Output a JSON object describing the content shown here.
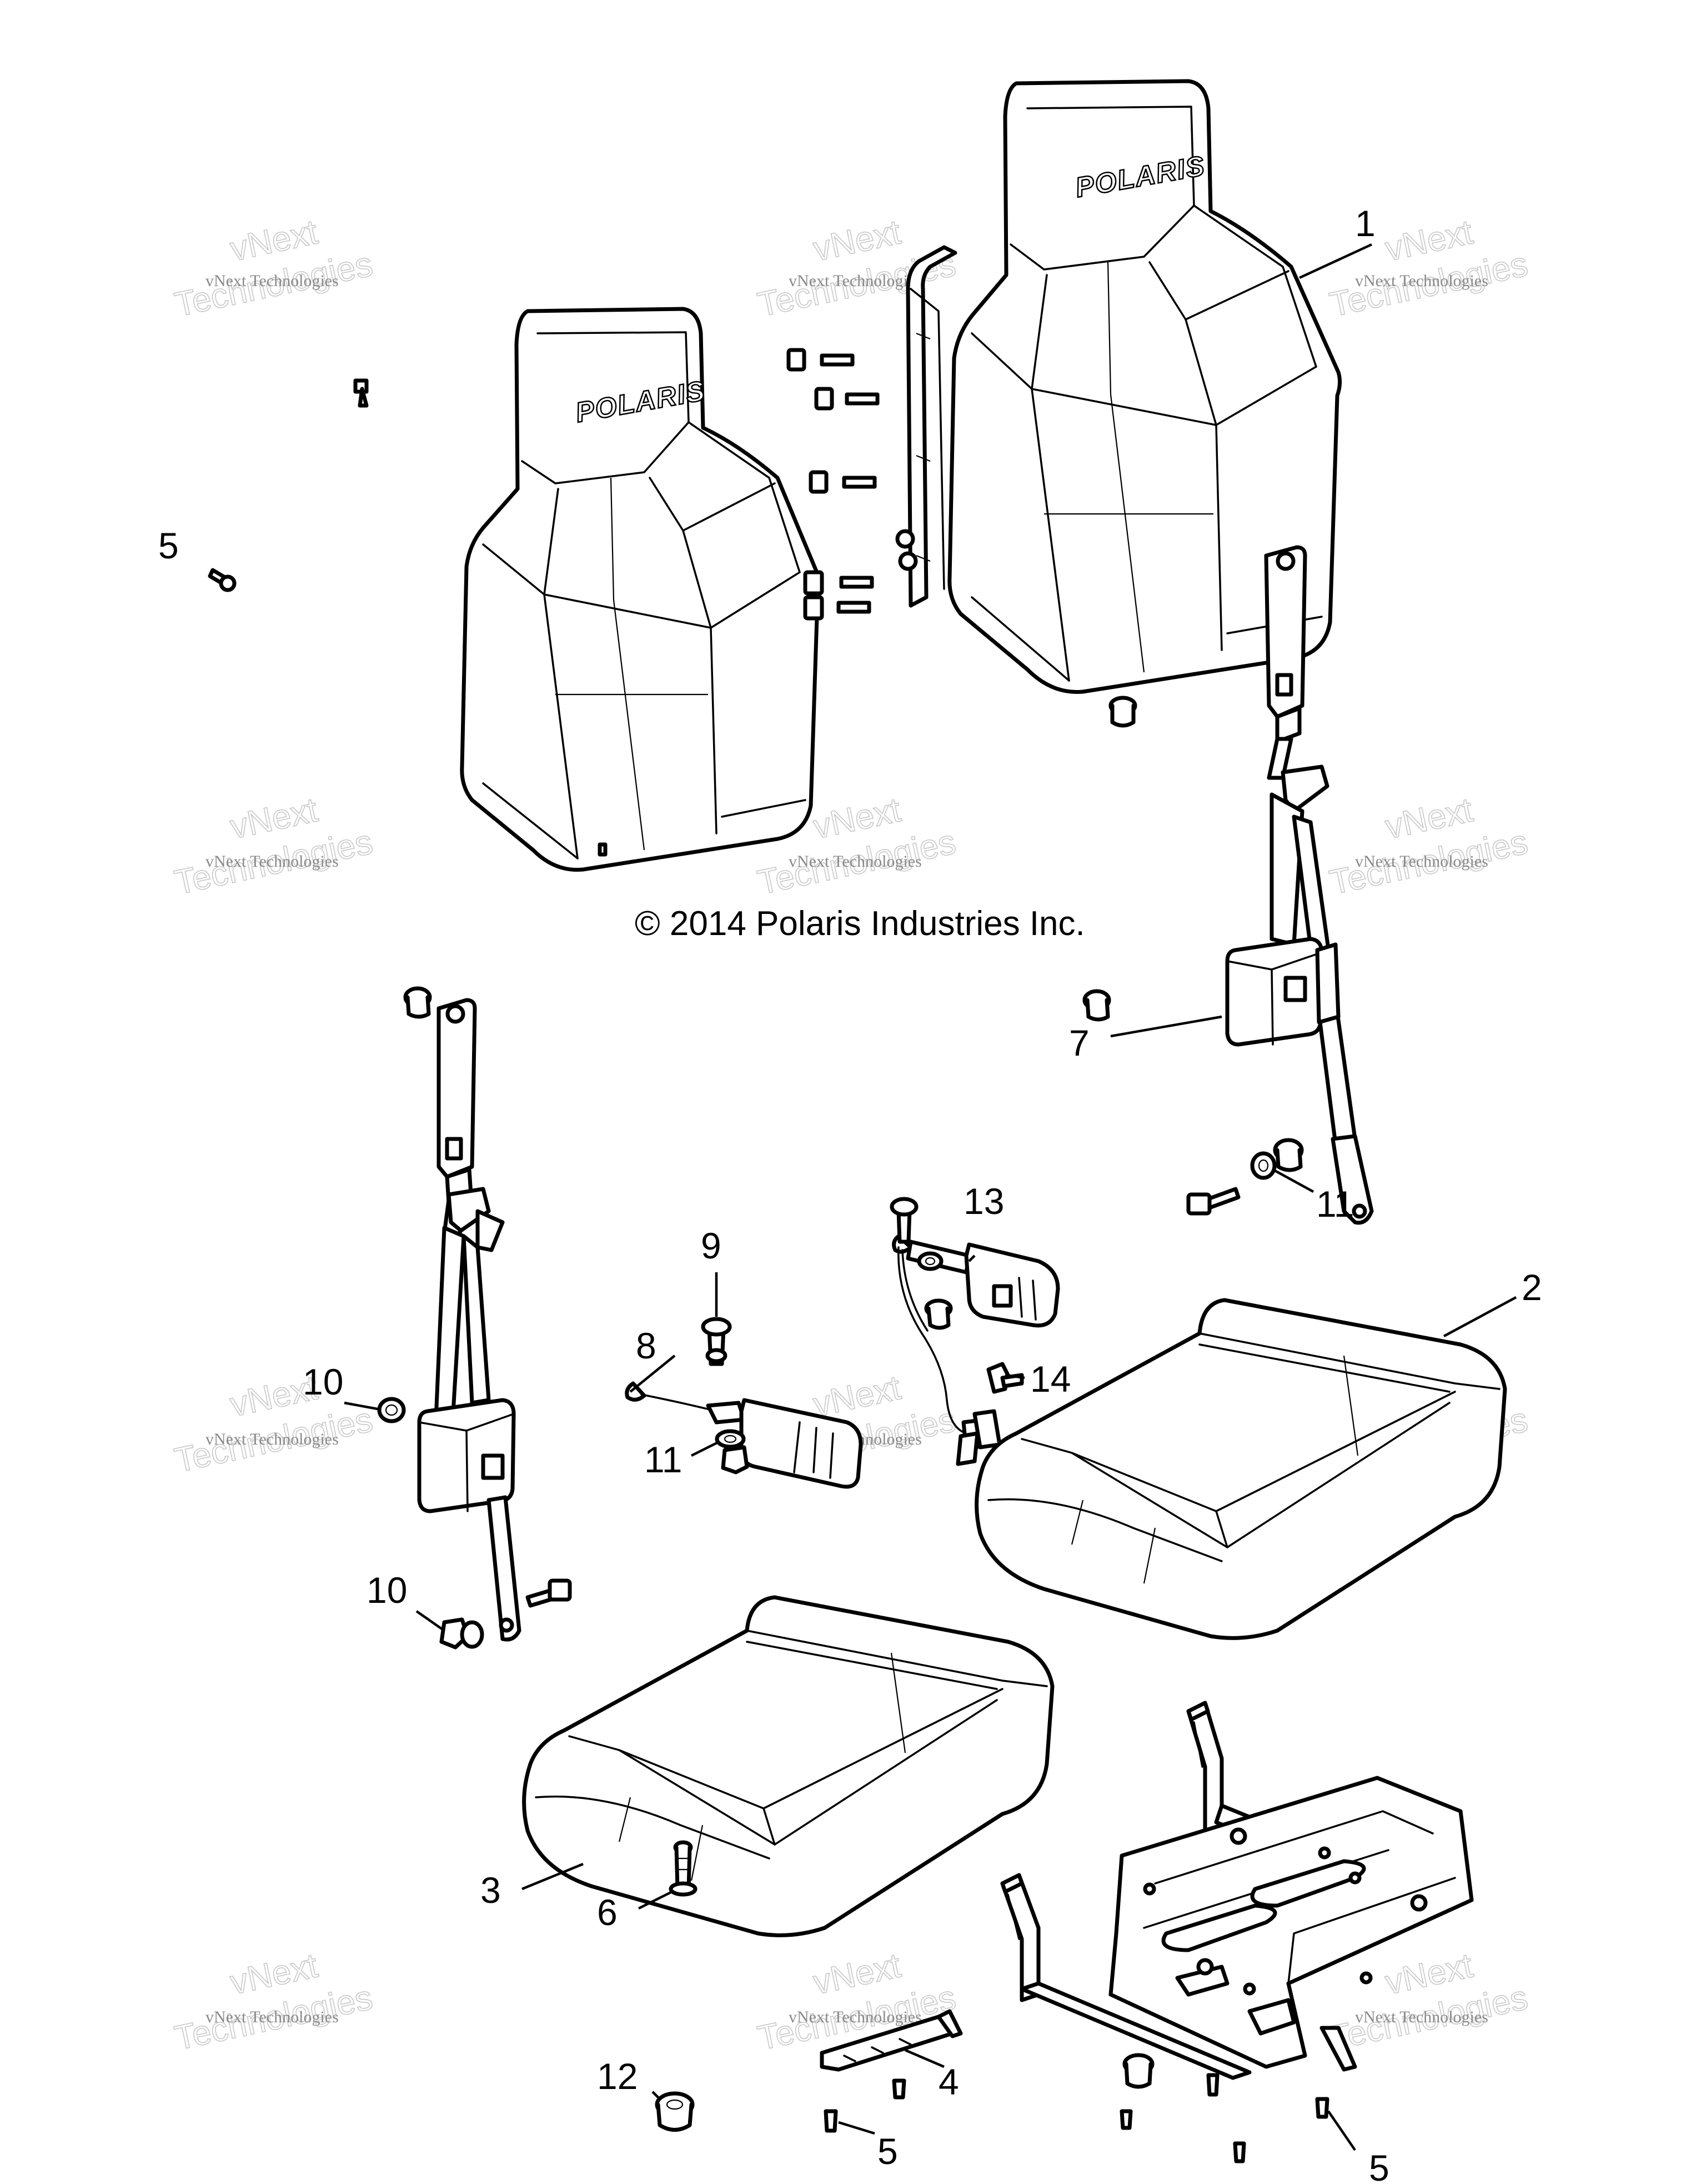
{
  "copyright": "© 2014 Polaris Industries Inc.",
  "brand_logo": "POLARIS",
  "watermark": {
    "line_small": "vNext Technologies",
    "big_top": "vNext",
    "big_bottom": "Technologies"
  },
  "callouts": {
    "c1": "1",
    "c2": "2",
    "c3": "3",
    "c4": "4",
    "c5a": "5",
    "c5b": "5",
    "c5c": "5",
    "c6": "6",
    "c7": "7",
    "c8": "8",
    "c9": "9",
    "c10a": "10",
    "c10b": "10",
    "c11a": "11",
    "c11b": "11",
    "c12": "12",
    "c13": "13",
    "c14": "14"
  }
}
